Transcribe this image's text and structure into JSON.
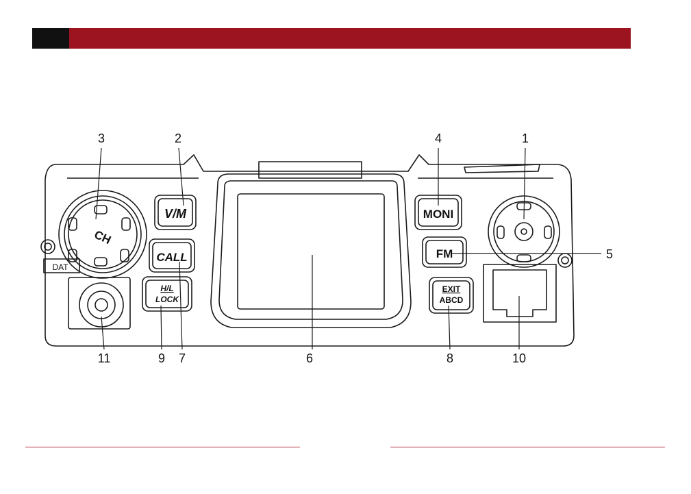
{
  "diagram": {
    "callouts": {
      "c1": "1",
      "c2": "2",
      "c3": "3",
      "c4": "4",
      "c5": "5",
      "c6": "6",
      "c7": "7",
      "c8": "8",
      "c9": "9",
      "c10": "10",
      "c11": "11"
    },
    "labels": {
      "knob": "CH",
      "dat": "DAT",
      "vm": "V/M",
      "call": "CALL",
      "hl": "H/L",
      "lock": "LOCK",
      "moni": "MONI",
      "fm": "FM",
      "exit": "EXIT",
      "abcd": "ABCD"
    }
  },
  "colors": {
    "header_bar": "#9b1420",
    "header_block": "#111111",
    "footer_line": "#b0303a"
  }
}
